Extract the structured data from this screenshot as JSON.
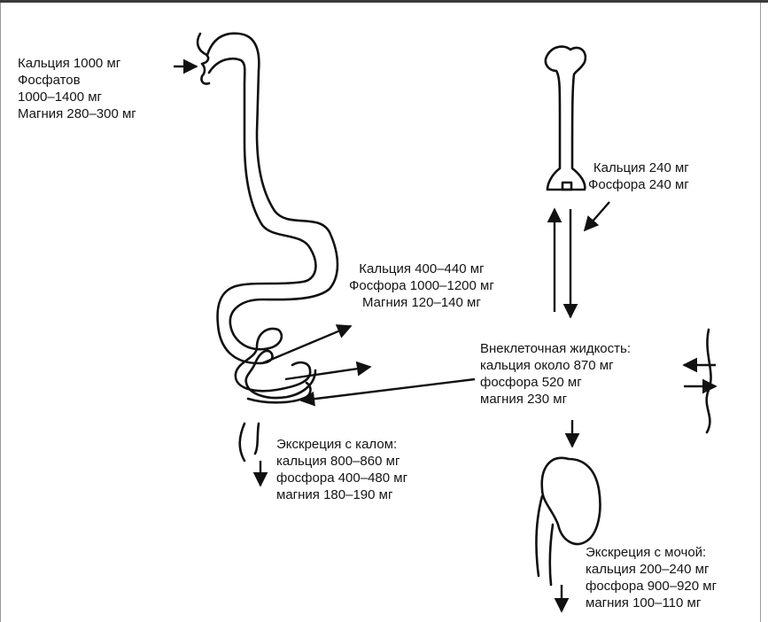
{
  "intake": {
    "lines": [
      "Кальция 1000 мг",
      "Фосфатов",
      "1000–1400 мг",
      "Магния 280–300 мг"
    ]
  },
  "bone_exchange": {
    "lines": [
      "Кальция 240 мг",
      "Фосфора 240 мг"
    ]
  },
  "absorption": {
    "lines": [
      "Кальция 400–440 мг",
      "Фосфора 1000–1200 мг",
      "Магния 120–140 мг"
    ]
  },
  "extracellular": {
    "lines": [
      "Внеклеточная жидкость:",
      "кальция около 870 мг",
      "фосфора 520 мг",
      "магния 230 мг"
    ]
  },
  "fecal_excretion": {
    "lines": [
      "Экскреция с калом:",
      "кальция 800–860 мг",
      "фосфора 400–480 мг",
      "магния 180–190 мг"
    ]
  },
  "urinary_excretion": {
    "lines": [
      "Экскреция с мочой:",
      "кальция 200–240 мг",
      "фосфора 900–920 мг",
      "магния 100–110 мг"
    ]
  }
}
